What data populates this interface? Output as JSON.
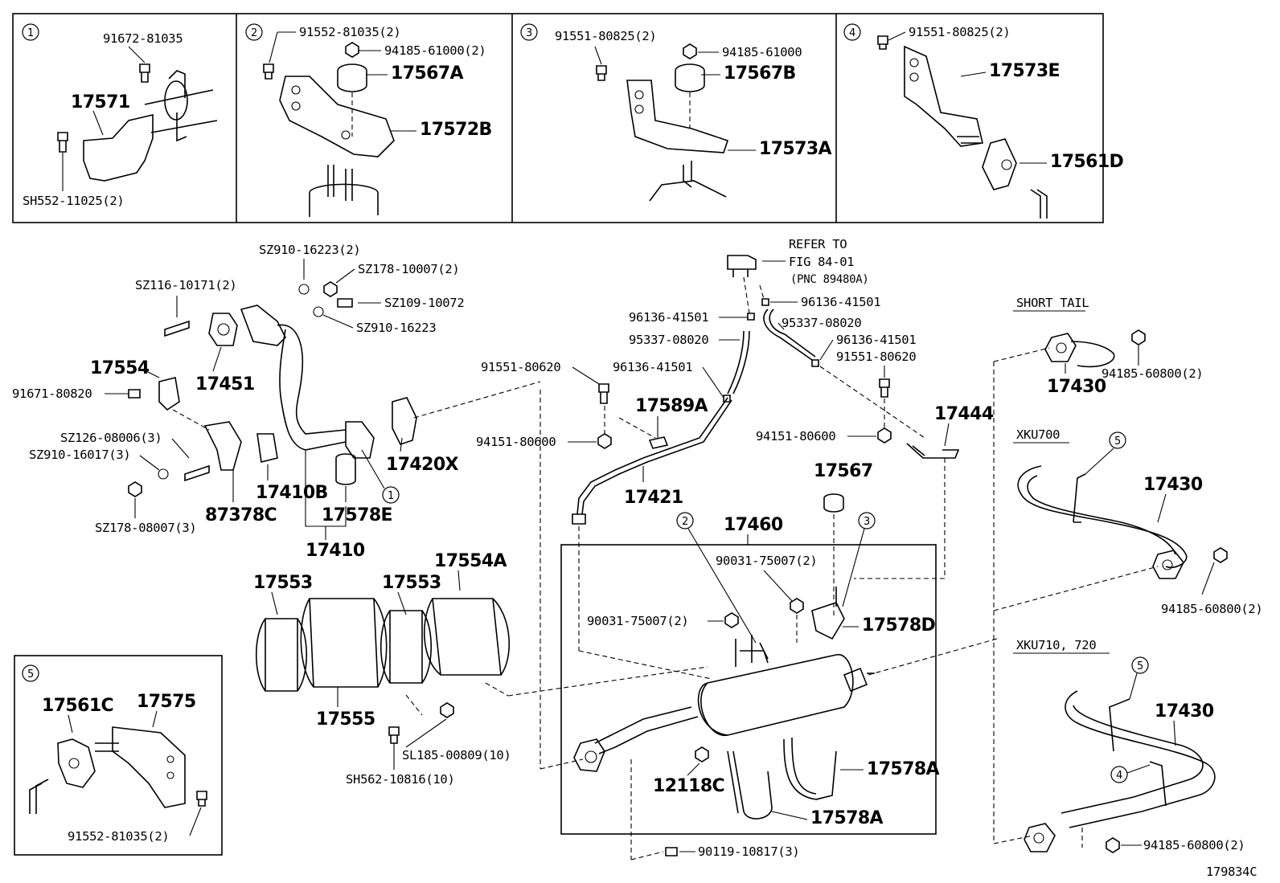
{
  "boxes": {
    "box1": {
      "id": "1",
      "labels": [
        "91672-81035",
        "17571",
        "SH552-11025(2)"
      ]
    },
    "box2": {
      "id": "2",
      "labels": [
        "91552-81035(2)",
        "94185-61000(2)",
        "17567A",
        "17572B"
      ]
    },
    "box3": {
      "id": "3",
      "labels": [
        "91551-80825(2)",
        "94185-61000",
        "17567B",
        "17573A"
      ]
    },
    "box4": {
      "id": "4",
      "labels": [
        "91551-80825(2)",
        "17573E",
        "17561D"
      ]
    },
    "box5": {
      "id": "5",
      "labels": [
        "17561C",
        "17575",
        "91552-81035(2)"
      ]
    }
  },
  "labels": {
    "sz910_16223_2": "SZ910-16223(2)",
    "sz178_10007_2": "SZ178-10007(2)",
    "sz116_10171_2": "SZ116-10171(2)",
    "sz109_10072": "SZ109-10072",
    "sz910_16223": "SZ910-16223",
    "p17451": "17451",
    "p17554": "17554",
    "p91671_80820": "91671-80820",
    "sz126_08006_3": "SZ126-08006(3)",
    "sz910_16017_3": "SZ910-16017(3)",
    "p87378c": "87378C",
    "p17410b": "17410B",
    "p17578e": "17578E",
    "sz178_08007_3": "SZ178-08007(3)",
    "p17410": "17410",
    "p17420x": "17420X",
    "refer1": "REFER TO",
    "refer2": "FIG 84-01",
    "refer3": "(PNC 89480A)",
    "p96136_a": "96136-41501",
    "p96136_b": "96136-41501",
    "p95337_a": "95337-08020",
    "p95337_b": "95337-08020",
    "p96136_c": "96136-41501",
    "p96136_d": "96136-41501",
    "p91551_80620_a": "91551-80620",
    "p91551_80620_b": "91551-80620",
    "p17589a": "17589A",
    "p94151_a": "94151-80600",
    "p94151_b": "94151-80600",
    "p17421": "17421",
    "p17444": "17444",
    "p17567": "17567",
    "p17460": "17460",
    "p90031_a": "90031-75007(2)",
    "p90031_b": "90031-75007(2)",
    "p17578d": "17578D",
    "p12118c": "12118C",
    "p17578a_1": "17578A",
    "p17578a_2": "17578A",
    "p90119": "90119-10817(3)",
    "p17553_a": "17553",
    "p17553_b": "17553",
    "p17554a": "17554A",
    "p17555": "17555",
    "sl185": "SL185-00809(10)",
    "sh562": "SH562-10816(10)",
    "short_tail": "SHORT TAIL",
    "p17430_a": "17430",
    "p94185_60800_a": "94185-60800(2)",
    "xku700": "XKU700",
    "p17430_b": "17430",
    "p94185_60800_b": "94185-60800(2)",
    "xku710": "XKU710, 720",
    "p17430_c": "17430",
    "p94185_60800_c": "94185-60800(2)",
    "fig_id": "179834C"
  },
  "callouts": [
    "1",
    "2",
    "3",
    "4",
    "5"
  ]
}
